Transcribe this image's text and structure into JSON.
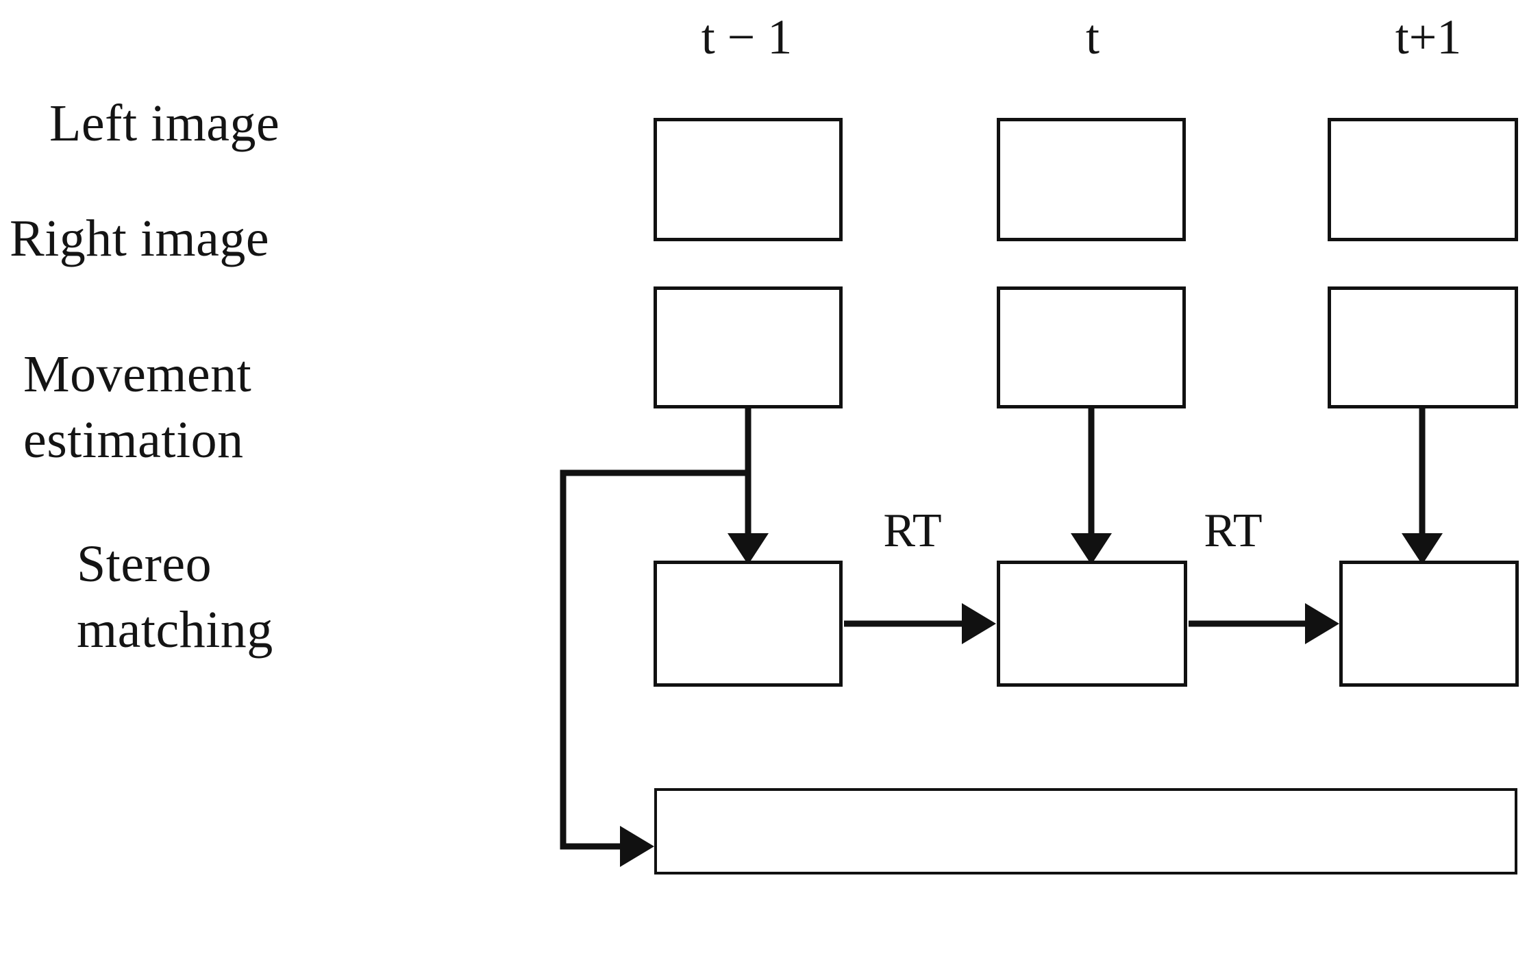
{
  "figure": {
    "kind": "block-diagram",
    "background_color": "#ffffff",
    "line_color": "#111111",
    "text_color": "#141414"
  },
  "column_labels": [
    {
      "id": "t-minus-1",
      "text": "t − 1"
    },
    {
      "id": "t",
      "text": "t"
    },
    {
      "id": "t-plus-1",
      "text": "t+1"
    }
  ],
  "row_labels": [
    {
      "id": "left-image",
      "text": "Left image"
    },
    {
      "id": "right-image",
      "text": "Right image"
    },
    {
      "id": "movement-estimation",
      "text": "Movement\nestimation"
    },
    {
      "id": "stereo-matching",
      "text": "Stereo\nmatching"
    }
  ],
  "boxes": [
    {
      "id": "left-t-minus-1",
      "row": "left-image",
      "column": "t-minus-1",
      "text": ""
    },
    {
      "id": "left-t",
      "row": "left-image",
      "column": "t",
      "text": ""
    },
    {
      "id": "left-t-plus-1",
      "row": "left-image",
      "column": "t-plus-1",
      "text": ""
    },
    {
      "id": "right-t-minus-1",
      "row": "right-image",
      "column": "t-minus-1",
      "text": ""
    },
    {
      "id": "right-t",
      "row": "right-image",
      "column": "t",
      "text": ""
    },
    {
      "id": "right-t-plus-1",
      "row": "right-image",
      "column": "t-plus-1",
      "text": ""
    },
    {
      "id": "move-t-minus-1",
      "row": "movement-estimation",
      "column": "t-minus-1",
      "text": ""
    },
    {
      "id": "move-t",
      "row": "movement-estimation",
      "column": "t",
      "text": ""
    },
    {
      "id": "move-t-plus-1",
      "row": "movement-estimation",
      "column": "t-plus-1",
      "text": ""
    },
    {
      "id": "stereo",
      "row": "stereo-matching",
      "column": "all",
      "text": ""
    }
  ],
  "edge_labels": [
    {
      "id": "rt-1",
      "text": "RT",
      "between": "move-t-minus-1 → move-t"
    },
    {
      "id": "rt-2",
      "text": "RT",
      "between": "move-t → move-t-plus-1"
    }
  ],
  "connections": [
    {
      "from": "right-t-minus-1",
      "to": "move-t-minus-1",
      "style": "vertical-arrow"
    },
    {
      "from": "right-t",
      "to": "move-t",
      "style": "vertical-arrow"
    },
    {
      "from": "right-t-plus-1",
      "to": "move-t-plus-1",
      "style": "vertical-arrow"
    },
    {
      "from": "move-t-minus-1",
      "to": "move-t",
      "style": "horizontal-arrow",
      "label": "RT"
    },
    {
      "from": "move-t",
      "to": "move-t-plus-1",
      "style": "horizontal-arrow",
      "label": "RT"
    },
    {
      "from": "right-t-minus-1",
      "to": "stereo",
      "style": "feedback-elbow-arrow"
    }
  ]
}
